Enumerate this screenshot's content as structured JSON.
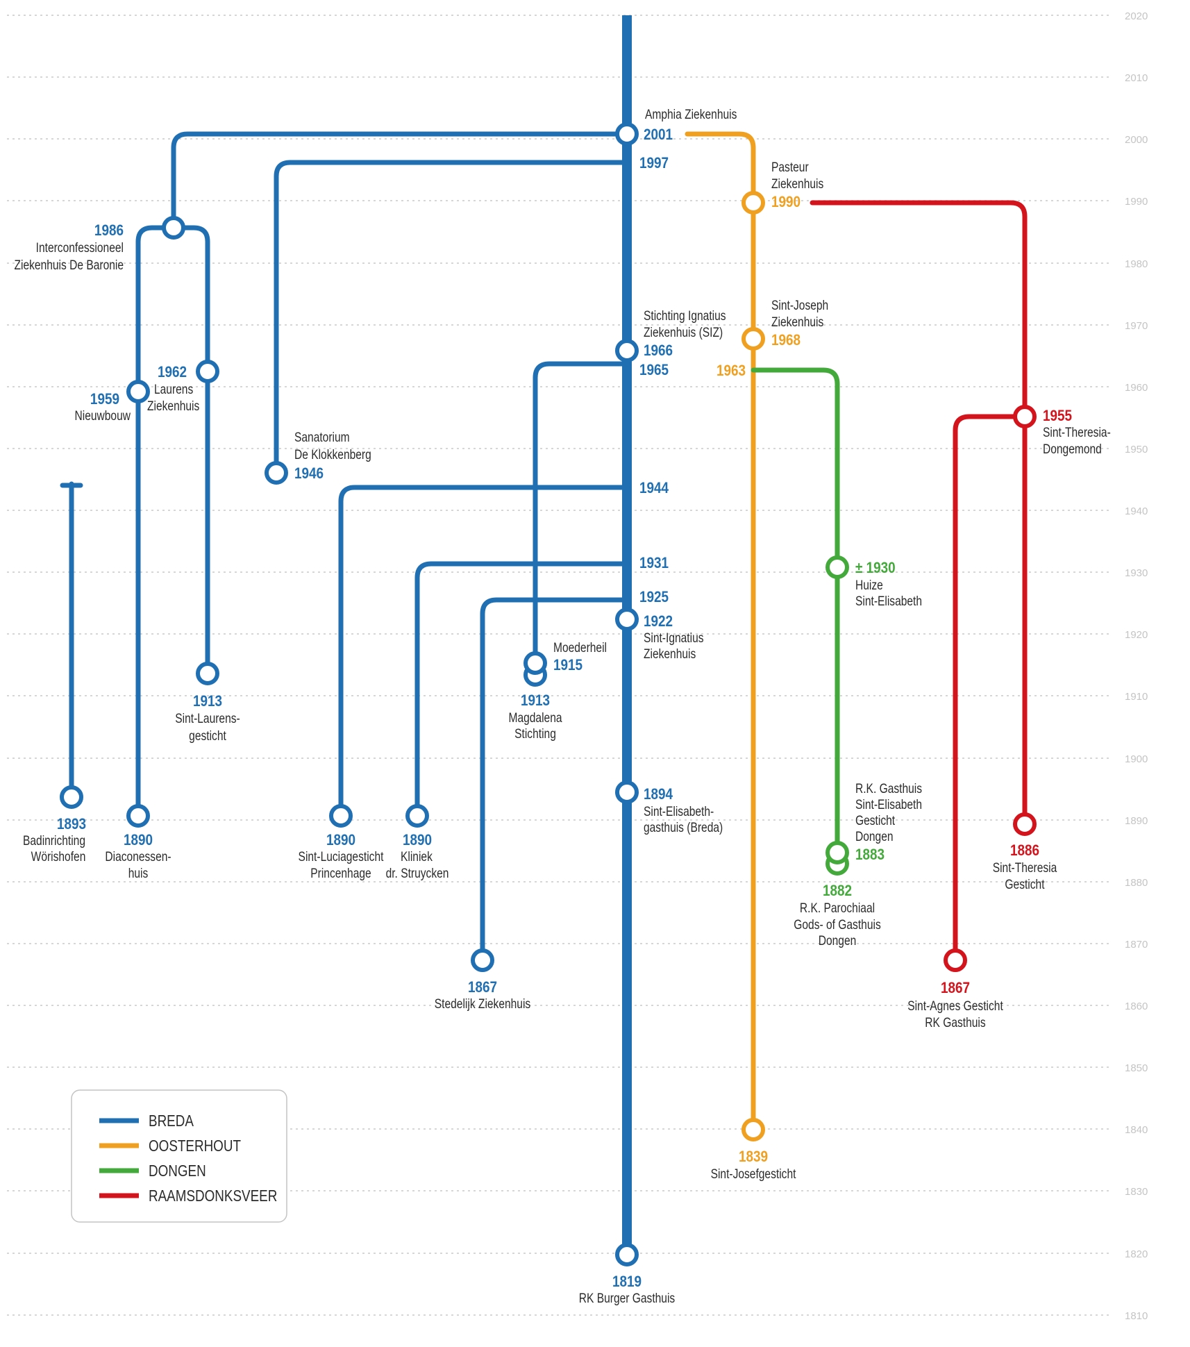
{
  "axis_years": [
    "2020",
    "2010",
    "2000",
    "1990",
    "1980",
    "1970",
    "1960",
    "1950",
    "1940",
    "1930",
    "1920",
    "1910",
    "1900",
    "1890",
    "1880",
    "1870",
    "1860",
    "1850",
    "1840",
    "1830",
    "1820",
    "1810"
  ],
  "colors": {
    "breda": "#1f6fb2",
    "oosterhout": "#f0a020",
    "dongen": "#43a93b",
    "raamsdonksveer": "#d4141c",
    "label": "#2b2b2b",
    "grid": "#c8c8c8"
  },
  "legend": [
    {
      "key": "breda",
      "label": "BREDA"
    },
    {
      "key": "oosterhout",
      "label": "OOSTERHOUT"
    },
    {
      "key": "dongen",
      "label": "DONGEN"
    },
    {
      "key": "raamsdonksveer",
      "label": "RAAMSDONKSVEER"
    }
  ],
  "nodes": {
    "amphia": {
      "year": "2001",
      "lines": [
        "Amphia Ziekenhuis"
      ]
    },
    "baronie": {
      "year": "1986",
      "lines": [
        "Interconfessioneel",
        "Ziekenhuis De Baronie"
      ]
    },
    "nieuwbouw": {
      "year": "1959",
      "lines": [
        "Nieuwbouw"
      ]
    },
    "laurens": {
      "year": "1962",
      "lines": [
        "Laurens",
        "Ziekenhuis"
      ]
    },
    "klokkenberg": {
      "year": "1946",
      "lines": [
        "Sanatorium",
        "De Klokkenberg"
      ]
    },
    "siz": {
      "year": "1966",
      "lines": [
        "Stichting Ignatius",
        "Ziekenhuis (SIZ)"
      ]
    },
    "ignatius": {
      "year": "1922",
      "lines": [
        "Sint-Ignatius",
        "Ziekenhuis"
      ]
    },
    "moederheil": {
      "year": "1915",
      "lines": [
        "Moederheil"
      ]
    },
    "magdalena": {
      "year": "1913",
      "lines": [
        "Magdalena",
        "Stichting"
      ]
    },
    "sintlaurens": {
      "year": "1913",
      "lines": [
        "Sint-Laurens-",
        "gesticht"
      ]
    },
    "worishofen": {
      "year": "1893",
      "lines": [
        "Badinrichting",
        "Wörishofen"
      ]
    },
    "diaconessen": {
      "year": "1890",
      "lines": [
        "Diaconessen-",
        "huis"
      ]
    },
    "princenhage": {
      "year": "1890",
      "lines": [
        "Sint-Luciagesticht",
        "Princenhage"
      ]
    },
    "struycken": {
      "year": "1890",
      "lines": [
        "Kliniek",
        "dr. Struycken"
      ]
    },
    "elisabeth_breda": {
      "year": "1894",
      "lines": [
        "Sint-Elisabeth-",
        "gasthuis (Breda)"
      ]
    },
    "stedelijk": {
      "year": "1867",
      "lines": [
        "Stedelijk Ziekenhuis"
      ]
    },
    "burger": {
      "year": "1819",
      "lines": [
        "RK Burger Gasthuis"
      ]
    },
    "pasteur": {
      "year": "1990",
      "lines": [
        "Pasteur",
        "Ziekenhuis"
      ]
    },
    "sintjoseph": {
      "year": "1968",
      "lines": [
        "Sint-Joseph",
        "Ziekenhuis"
      ]
    },
    "josefgesticht": {
      "year": "1839",
      "lines": [
        "Sint-Josefgesticht"
      ]
    },
    "huize_elisabeth": {
      "year": "± 1930",
      "lines": [
        "Huize",
        "Sint-Elisabeth"
      ]
    },
    "rk_gasthuis_dongen": {
      "year": "1883",
      "lines": [
        "R.K. Gasthuis",
        "Sint-Elisabeth",
        "Gesticht",
        "Dongen"
      ]
    },
    "parochiaal": {
      "year": "1882",
      "lines": [
        "R.K. Parochiaal",
        "Gods- of Gasthuis",
        "Dongen"
      ]
    },
    "theresia": {
      "year": "1955",
      "lines": [
        "Sint-Theresia-",
        "Dongemond"
      ]
    },
    "theresia_gesticht": {
      "year": "1886",
      "lines": [
        "Sint-Theresia",
        "Gesticht"
      ]
    },
    "agnes": {
      "year": "1867",
      "lines": [
        "Sint-Agnes Gesticht",
        "RK Gasthuis"
      ]
    }
  },
  "junction_years": {
    "j1997": "1997",
    "j1965": "1965",
    "j1944": "1944",
    "j1931": "1931",
    "j1925": "1925",
    "j1963": "1963"
  }
}
